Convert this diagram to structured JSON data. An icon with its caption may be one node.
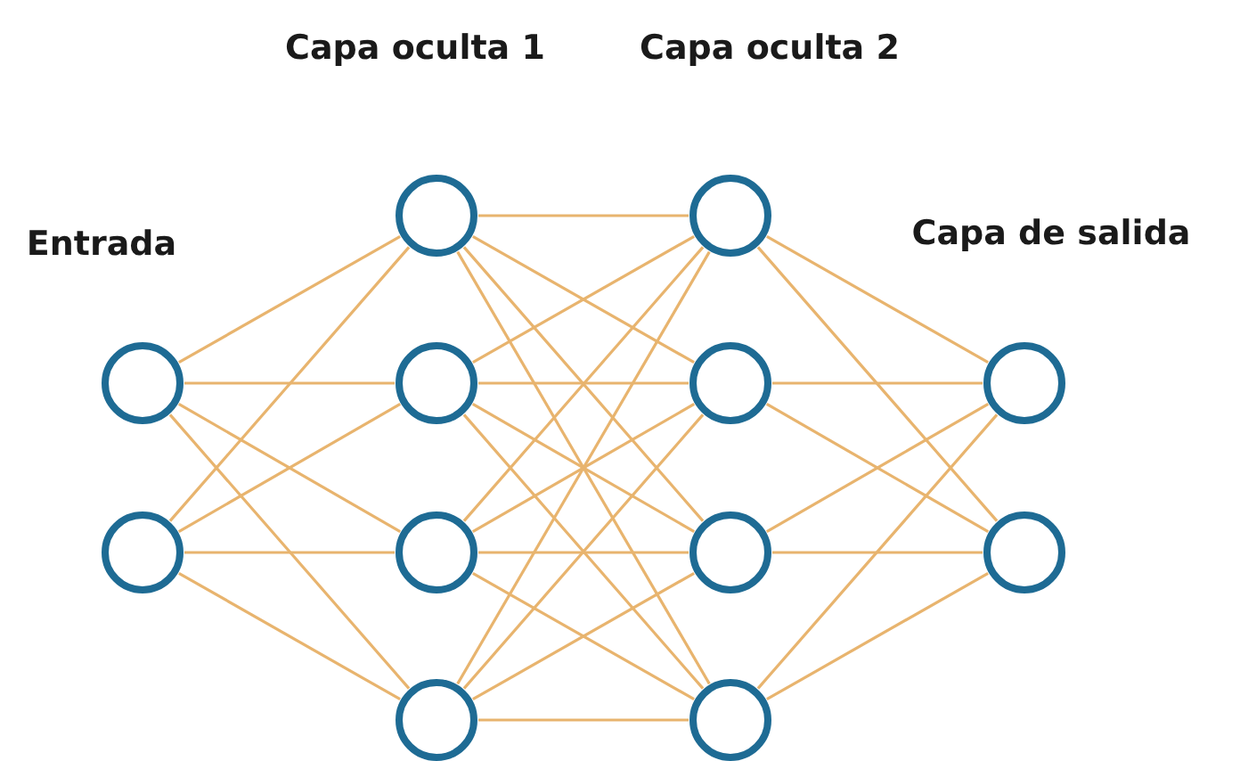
{
  "diagram": {
    "nodes": [
      {
        "text": [],
        "shape": "circle"
      },
      {
        "text": [],
        "shape": "circle"
      },
      {
        "text": [],
        "shape": "circle"
      },
      {
        "text": [],
        "shape": "circle"
      },
      {
        "text": [],
        "shape": "circle"
      },
      {
        "text": [],
        "shape": "circle"
      },
      {
        "text": [],
        "shape": "circle"
      },
      {
        "text": [],
        "shape": "circle"
      },
      {
        "text": [],
        "shape": "circle"
      },
      {
        "text": [],
        "shape": "circle"
      },
      {
        "text": [],
        "shape": "circle"
      },
      {
        "text": [],
        "shape": "circle"
      }
    ],
    "edges": [
      {
        "from": 0,
        "to": 2,
        "arrow": "none"
      },
      {
        "from": 0,
        "to": 3,
        "arrow": "none"
      },
      {
        "from": 0,
        "to": 4,
        "arrow": "none"
      },
      {
        "from": 0,
        "to": 5,
        "arrow": "none"
      },
      {
        "from": 1,
        "to": 2,
        "arrow": "none"
      },
      {
        "from": 1,
        "to": 3,
        "arrow": "none"
      },
      {
        "from": 1,
        "to": 4,
        "arrow": "none"
      },
      {
        "from": 1,
        "to": 5,
        "arrow": "none"
      },
      {
        "from": 2,
        "to": 6,
        "arrow": "none"
      },
      {
        "from": 2,
        "to": 7,
        "arrow": "none"
      },
      {
        "from": 2,
        "to": 8,
        "arrow": "none"
      },
      {
        "from": 2,
        "to": 9,
        "arrow": "none"
      },
      {
        "from": 3,
        "to": 6,
        "arrow": "none"
      },
      {
        "from": 3,
        "to": 7,
        "arrow": "none"
      },
      {
        "from": 3,
        "to": 8,
        "arrow": "none"
      },
      {
        "from": 3,
        "to": 9,
        "arrow": "none"
      },
      {
        "from": 4,
        "to": 6,
        "arrow": "none"
      },
      {
        "from": 4,
        "to": 7,
        "arrow": "none"
      },
      {
        "from": 4,
        "to": 8,
        "arrow": "none"
      },
      {
        "from": 4,
        "to": 9,
        "arrow": "none"
      },
      {
        "from": 5,
        "to": 6,
        "arrow": "none"
      },
      {
        "from": 5,
        "to": 7,
        "arrow": "none"
      },
      {
        "from": 5,
        "to": 8,
        "arrow": "none"
      },
      {
        "from": 5,
        "to": 9,
        "arrow": "none"
      },
      {
        "from": 6,
        "to": 10,
        "arrow": "none"
      },
      {
        "from": 6,
        "to": 11,
        "arrow": "none"
      },
      {
        "from": 7,
        "to": 10,
        "arrow": "none"
      },
      {
        "from": 7,
        "to": 11,
        "arrow": "none"
      },
      {
        "from": 8,
        "to": 10,
        "arrow": "none"
      },
      {
        "from": 8,
        "to": 11,
        "arrow": "none"
      },
      {
        "from": 9,
        "to": 10,
        "arrow": "none"
      },
      {
        "from": 9,
        "to": 11,
        "arrow": "none"
      }
    ],
    "labels": [
      "Capa oculta 1",
      "Capa oculta 2",
      "Entrada",
      "Capa de salida"
    ]
  }
}
